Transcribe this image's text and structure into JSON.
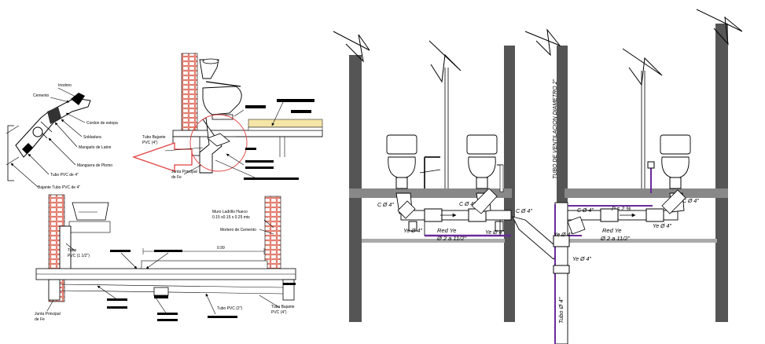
{
  "colors": {
    "line": "#000000",
    "brick": "#e07060",
    "pipe_purple": "#6a2a9a",
    "wall_gray": "#555555",
    "slab_gray": "#888888",
    "arrow_red": "#e04040",
    "highlight_yellow": "#f5e6a8"
  },
  "detail_left": {
    "labels": {
      "inodoro": "Inodoro",
      "cemento": "Cemento",
      "cordon": "Cordon de estopa",
      "soldadura": "Soldadura",
      "manguito": "Manguito de Laton",
      "manguera": "Manguera de Plomo",
      "tubo_pvc": "Tubo PVC de 4\"",
      "bajante": "Bajante Tubo PVC de 4\""
    }
  },
  "detail_top": {
    "labels": {
      "tubo_bajante": "Tubo Bajante",
      "tubo_bajante_size": "PVC (4\")",
      "junta_1": "Junta Principal",
      "junta_2": "de Fe"
    }
  },
  "detail_bottom": {
    "labels": {
      "muro_1": "Muro Ladrillo Hueco",
      "muro_2": "0.15 x0.15 x 0.25 mts",
      "mortero": "Mortero de Cemento",
      "dimension": "0.99",
      "tubo": "Tubo",
      "tubo_size": "PVC (1 1/2\")",
      "tubo_pvc2": "Tubo PVC (2\")",
      "tubo_bajante": "Tubo Bajante",
      "tubo_bajante_size": "PVC (4\")",
      "junta_1": "Junta Principal",
      "junta_2": "de Fe"
    }
  },
  "section_right": {
    "ventilacion_label": "TUBO DE VENTILACION DIAMETRO 2\"",
    "tubo_vertical": "Tubo Ø 4\"",
    "left_group": {
      "c_left": "C Ø 4\"",
      "c_mid": "C Ø 4\"",
      "c_right": "C Ø 4\"",
      "ye_left": "Ye Ø 4\"",
      "ye_mid": "Ye Ø 4\"",
      "red_ye": "Red Ye",
      "red_size": "Ø 2 a 11/2\""
    },
    "right_group": {
      "c_left": "C Ø 4\"",
      "c_right": "C Ø 4\"",
      "slope": "P = 2 %",
      "ye_left": "Ye Ø 4\"",
      "ye_right": "Ye Ø 4\"",
      "ye_low": "Ye Ø 4\"",
      "red_ye": "Red Ye",
      "red_size": "Ø 2 a 11/2\""
    }
  }
}
